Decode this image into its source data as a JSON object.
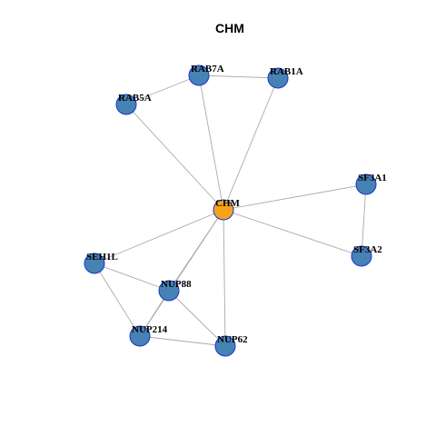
{
  "title": "CHM",
  "colors": {
    "center_node": "#f5a31a",
    "neighbor_node": "#4682b4",
    "node_border": "#1a33cc",
    "edge": "#aaaaaa"
  },
  "nodes": [
    {
      "id": "CHM",
      "label": "CHM",
      "role": "center"
    },
    {
      "id": "RAB7A",
      "label": "RAB7A",
      "role": "neighbor"
    },
    {
      "id": "RAB1A",
      "label": "RAB1A",
      "role": "neighbor"
    },
    {
      "id": "RAB5A",
      "label": "RAB5A",
      "role": "neighbor"
    },
    {
      "id": "SF3A1",
      "label": "SF3A1",
      "role": "neighbor"
    },
    {
      "id": "SF3A2",
      "label": "SF3A2",
      "role": "neighbor"
    },
    {
      "id": "SEH1L",
      "label": "SEH1L",
      "role": "neighbor"
    },
    {
      "id": "NUP88",
      "label": "NUP88",
      "role": "neighbor"
    },
    {
      "id": "NUP214",
      "label": "NUP214",
      "role": "neighbor"
    },
    {
      "id": "NUP62",
      "label": "NUP62",
      "role": "neighbor"
    }
  ],
  "edges": [
    [
      "CHM",
      "RAB7A"
    ],
    [
      "CHM",
      "RAB1A"
    ],
    [
      "CHM",
      "RAB5A"
    ],
    [
      "CHM",
      "SF3A1"
    ],
    [
      "CHM",
      "SF3A2"
    ],
    [
      "CHM",
      "SEH1L"
    ],
    [
      "CHM",
      "NUP88"
    ],
    [
      "CHM",
      "NUP214"
    ],
    [
      "CHM",
      "NUP62"
    ],
    [
      "RAB7A",
      "RAB1A"
    ],
    [
      "RAB7A",
      "RAB5A"
    ],
    [
      "SF3A1",
      "SF3A2"
    ],
    [
      "SEH1L",
      "NUP88"
    ],
    [
      "SEH1L",
      "NUP214"
    ],
    [
      "NUP88",
      "NUP214"
    ],
    [
      "NUP88",
      "NUP62"
    ],
    [
      "NUP214",
      "NUP62"
    ]
  ]
}
